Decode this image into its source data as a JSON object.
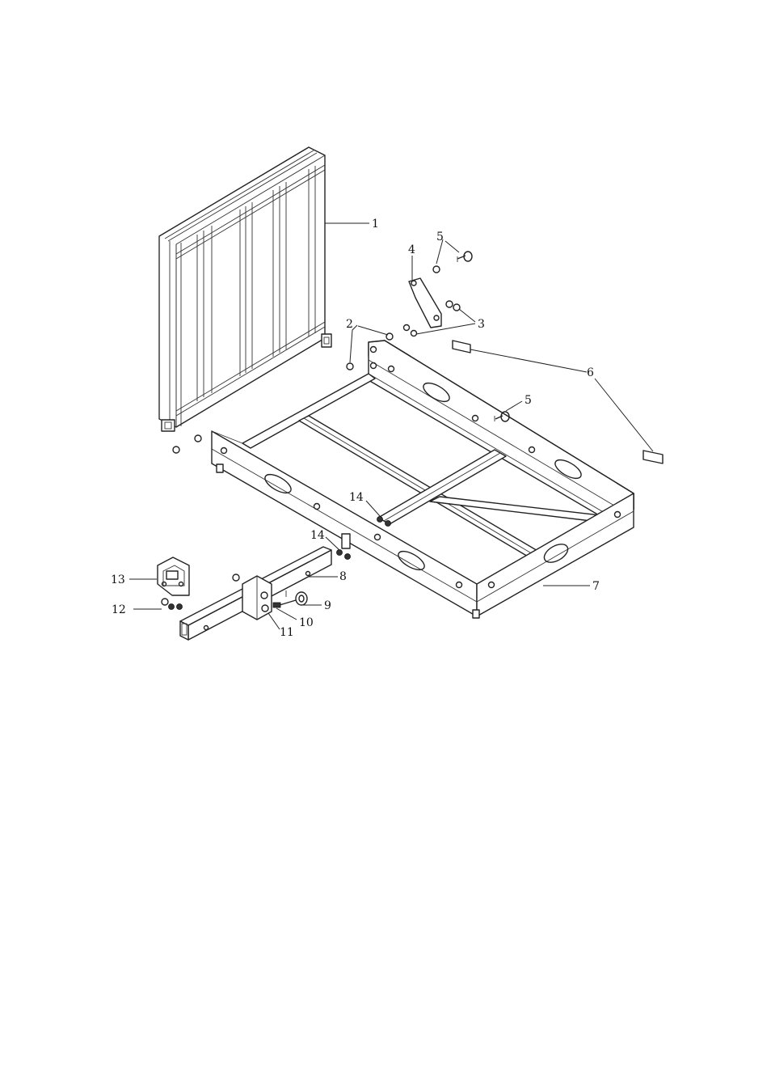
{
  "callouts": [
    {
      "id": "c1",
      "text": "1"
    },
    {
      "id": "c2",
      "text": "2"
    },
    {
      "id": "c3",
      "text": "3"
    },
    {
      "id": "c4",
      "text": "4"
    },
    {
      "id": "c5a",
      "text": "5"
    },
    {
      "id": "c5b",
      "text": "5"
    },
    {
      "id": "c6",
      "text": "6"
    },
    {
      "id": "c7",
      "text": "7"
    },
    {
      "id": "c8",
      "text": "8"
    },
    {
      "id": "c9",
      "text": "9"
    },
    {
      "id": "c10",
      "text": "10"
    },
    {
      "id": "c11",
      "text": "11"
    },
    {
      "id": "c12",
      "text": "12"
    },
    {
      "id": "c13",
      "text": "13"
    },
    {
      "id": "c14a",
      "text": "14"
    },
    {
      "id": "c14b",
      "text": "14"
    }
  ]
}
